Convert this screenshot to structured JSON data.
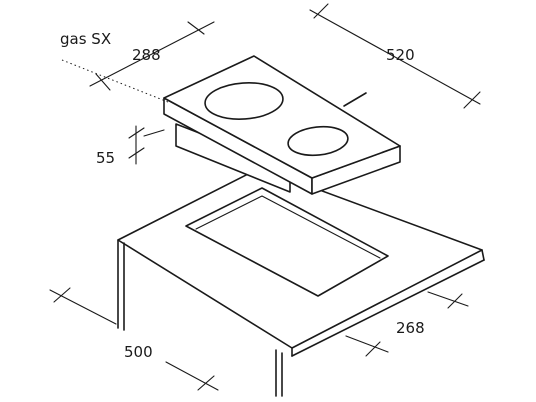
{
  "labels": {
    "model": "gas SX",
    "hob_depth": "288",
    "hob_width": "520",
    "hob_thickness": "55",
    "cutout_width": "500",
    "cutout_depth": "268"
  }
}
